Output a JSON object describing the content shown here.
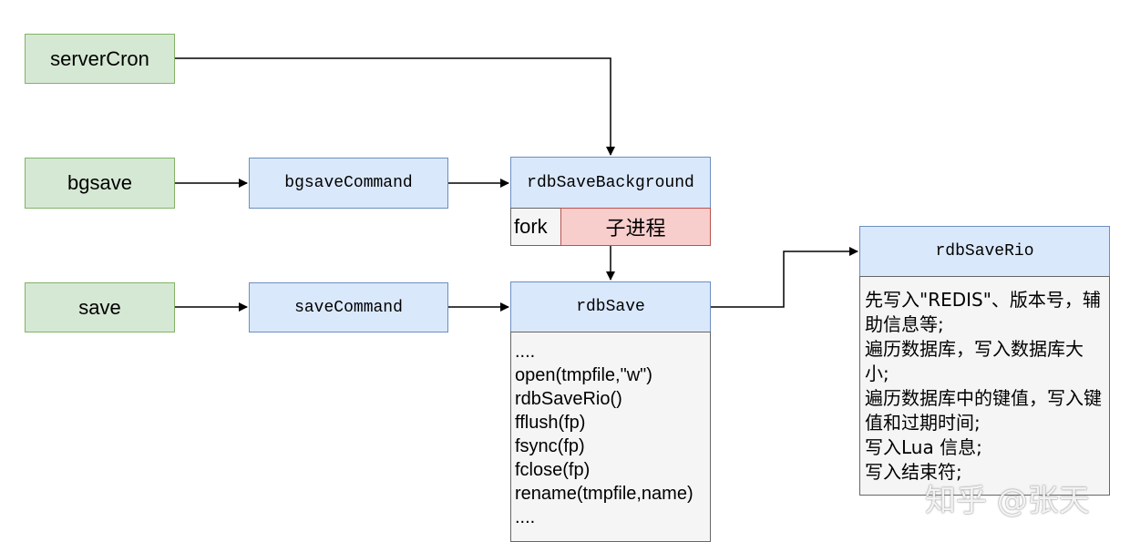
{
  "triggers": {
    "servercron": "serverCron",
    "bgsave": "bgsave",
    "save": "save"
  },
  "functions": {
    "bgsave_command": "bgsaveCommand",
    "save_command": "saveCommand",
    "rdb_save_background": "rdbSaveBackground",
    "rdb_save": "rdbSave",
    "rdb_save_rio": "rdbSaveRio"
  },
  "fork": {
    "label": "fork",
    "child_process": "子进程"
  },
  "rdb_save_steps": [
    "....",
    "open(tmpfile,\"w\")",
    "rdbSaveRio()",
    "fflush(fp)",
    "fsync(fp)",
    "fclose(fp)",
    "rename(tmpfile,name)",
    "...."
  ],
  "rdb_save_rio_steps": [
    "先写入\"REDIS\"、版本号，辅助信息等;",
    "遍历数据库，写入数据库大小;",
    "遍历数据库中的键值，写入键值和过期时间;",
    "写入Lua 信息;",
    "写入结束符;"
  ],
  "watermark": "知乎 @张天",
  "colors": {
    "trigger_fill": "#d5e8d4",
    "trigger_stroke": "#82b366",
    "function_fill": "#dae8fc",
    "function_stroke": "#6c8ebf",
    "note_fill": "#f5f5f5",
    "note_stroke": "#666666",
    "child_fill": "#f8cecc",
    "child_stroke": "#b85450"
  }
}
